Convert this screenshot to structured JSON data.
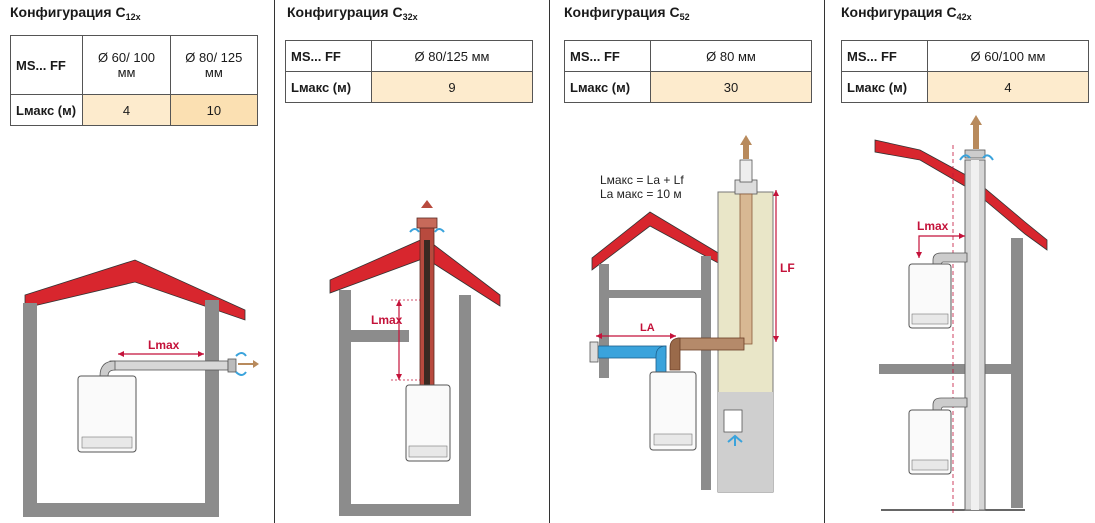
{
  "panels": [
    {
      "title": "Конфигурация C",
      "subscript": "12x",
      "header_label": "MS... FF",
      "row_label": "Lмакс (м)",
      "columns": [
        "Ø 60/ 100 мм",
        "Ø 80/ 125 мм"
      ],
      "values": [
        "4",
        "10"
      ],
      "diagram_label": "Lmax"
    },
    {
      "title": "Конфигурация C",
      "subscript": "32x",
      "header_label": "MS... FF",
      "row_label": "Lмакс (м)",
      "columns": [
        "Ø 80/125 мм"
      ],
      "values": [
        "9"
      ],
      "diagram_label": "Lmax"
    },
    {
      "title": "Конфигурация C",
      "subscript": "52",
      "header_label": "MS... FF",
      "row_label": "Lмакс (м)",
      "columns": [
        "Ø 80 мм"
      ],
      "values": [
        "30"
      ],
      "formula_line1": "Lмакс = La + Lf",
      "formula_line2": "La макс = 10 м",
      "label_lf": "LF",
      "label_la": "LA"
    },
    {
      "title": "Конфигурация C",
      "subscript": "42x",
      "header_label": "MS... FF",
      "row_label": "Lмакс (м)",
      "columns": [
        "Ø 60/100 мм"
      ],
      "values": [
        "4"
      ],
      "diagram_label": "Lmax"
    }
  ],
  "colors": {
    "roof": "#d8262e",
    "wall": "#8c8c8c",
    "dimension": "#c4123a",
    "flue_red": "#b84a3e",
    "flue_blue": "#3aa3dc",
    "flue_brown": "#8a5a3a",
    "table_highlight": "#fdebcd"
  }
}
